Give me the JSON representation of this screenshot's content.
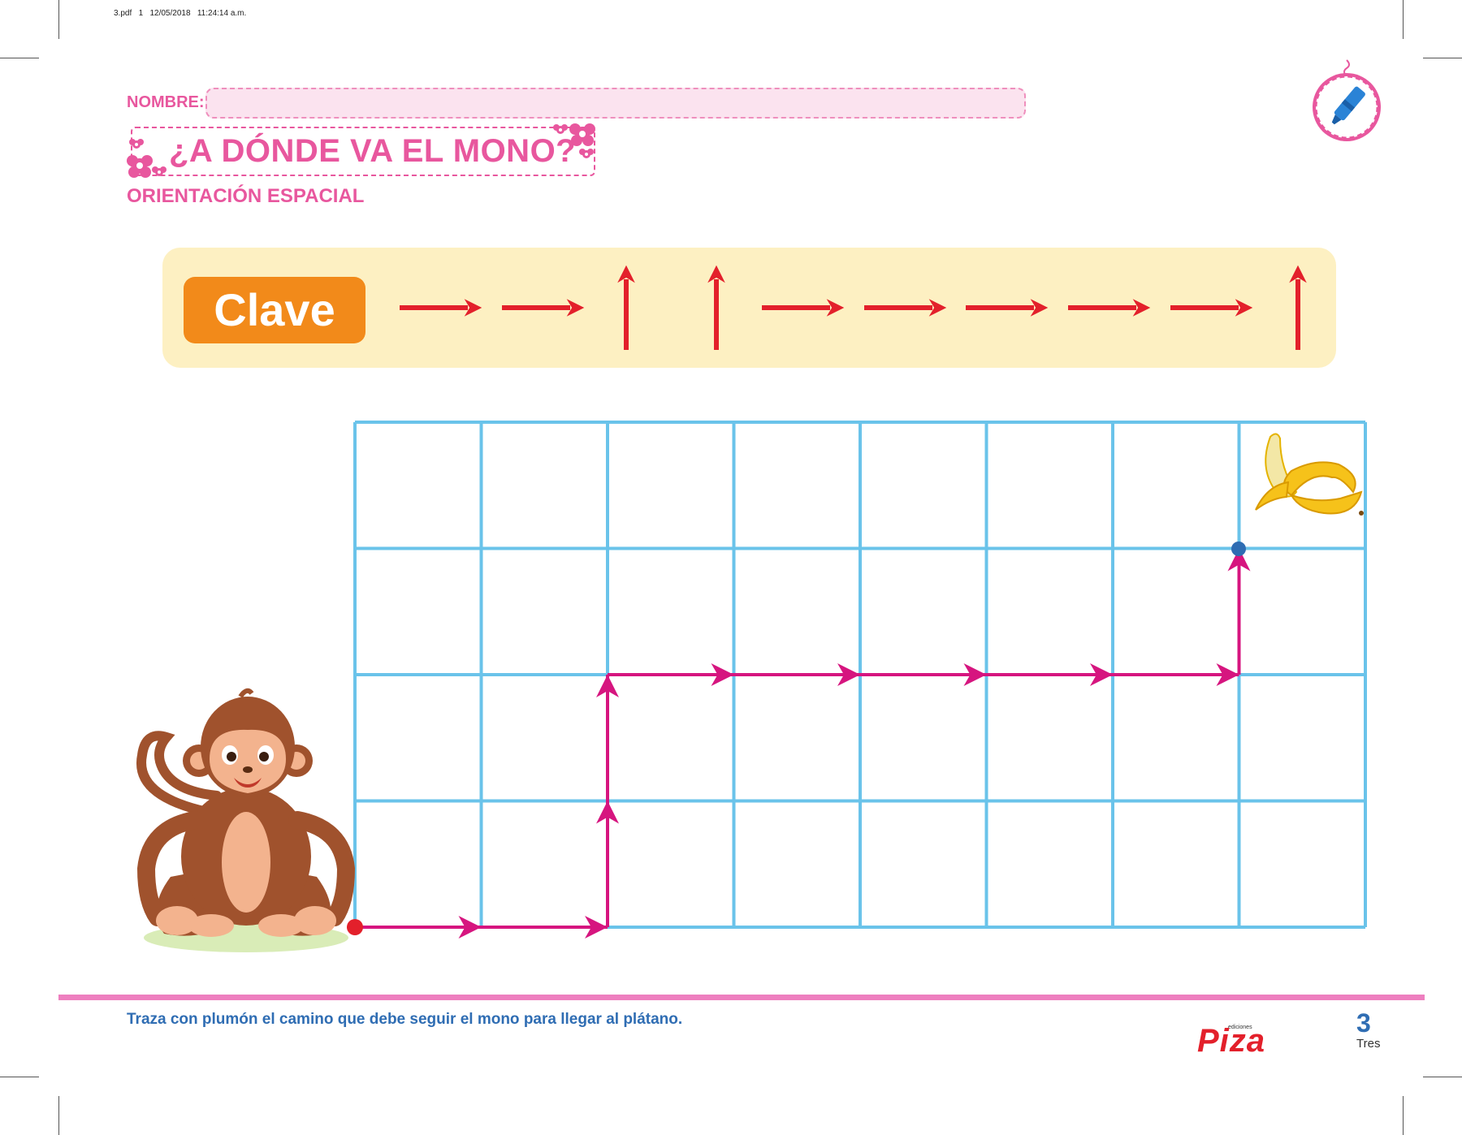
{
  "print_info": "3.pdf   1   12/05/2018   11:24:14 a.m.",
  "header": {
    "name_label": "NOMBRE:",
    "title": "¿A DÓNDE VA EL MONO?",
    "subtitle": "ORIENTACIÓN ESPACIAL"
  },
  "key": {
    "label": "Clave",
    "arrows": [
      "right",
      "right",
      "up",
      "up",
      "right",
      "right",
      "right",
      "right",
      "right",
      "up"
    ]
  },
  "grid": {
    "columns": 8,
    "rows": 4,
    "path": [
      "right",
      "right",
      "up",
      "up",
      "right",
      "right",
      "right",
      "right",
      "right",
      "up"
    ]
  },
  "colors": {
    "pink": "#e8579e",
    "grid_blue": "#6ac3ea",
    "key_arrow_red": "#e3202b",
    "path_magenta": "#d6157f",
    "badge_orange": "#f28a1a",
    "panel_yellow": "#fdf0c2"
  },
  "icons": {
    "start": "monkey-icon",
    "goal": "banana-icon",
    "badge": "marker-icon"
  },
  "footer": {
    "instruction": "Traza con plumón el camino que debe seguir el mono para llegar al plátano.",
    "brand_small": "ediciones",
    "brand": "Piza",
    "page_number": "3",
    "page_word": "Tres"
  }
}
